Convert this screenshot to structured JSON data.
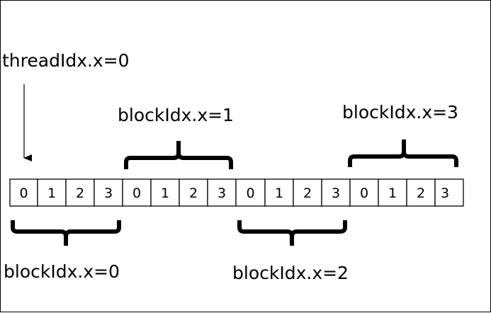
{
  "thread_label": "threadIdx.x=0",
  "blocks": [
    {
      "label": "blockIdx.x=0",
      "threads": [
        "0",
        "1",
        "2",
        "3"
      ]
    },
    {
      "label": "blockIdx.x=1",
      "threads": [
        "0",
        "1",
        "2",
        "3"
      ]
    },
    {
      "label": "blockIdx.x=2",
      "threads": [
        "0",
        "1",
        "2",
        "3"
      ]
    },
    {
      "label": "blockIdx.x=3",
      "threads": [
        "0",
        "1",
        "2",
        "3"
      ]
    }
  ]
}
